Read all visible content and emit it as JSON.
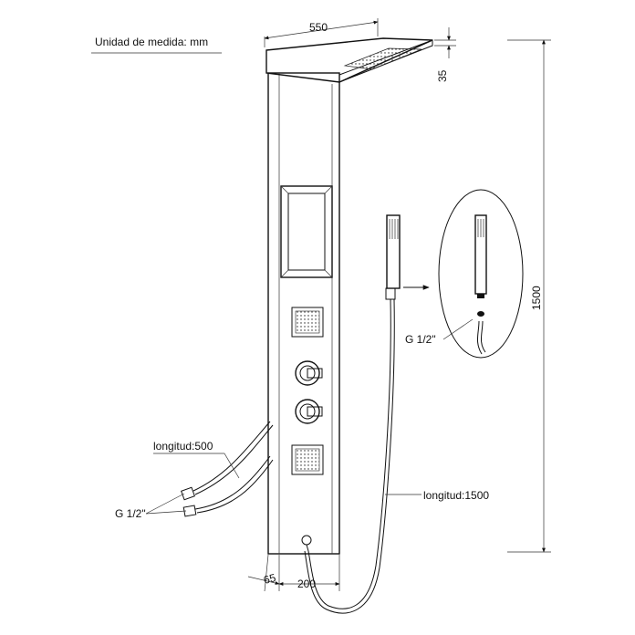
{
  "units_note": "Unidad de medida: mm",
  "dimensions": {
    "head_width": "550",
    "head_thickness": "35",
    "total_height": "1500",
    "panel_depth": "65",
    "panel_width": "200"
  },
  "labels": {
    "hose_length_left": "longitud:500",
    "inlet_thread_left": "G 1/2\"",
    "inlet_thread_detail": "G 1/2\"",
    "hose_length_right": "longitud:1500"
  }
}
